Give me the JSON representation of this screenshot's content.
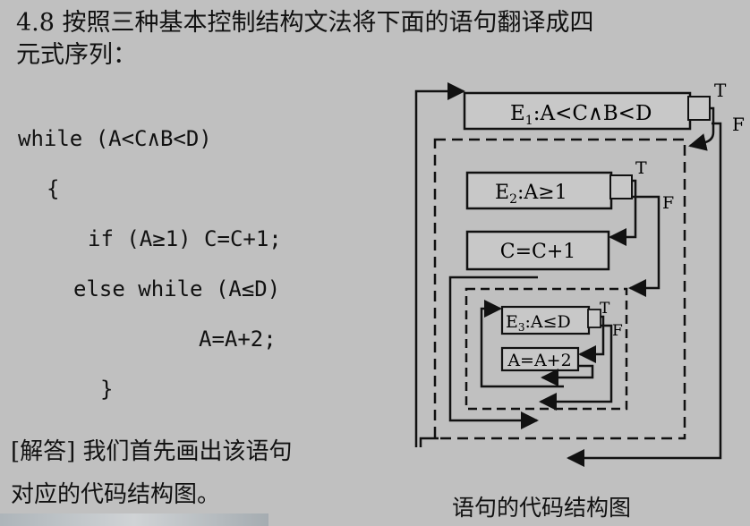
{
  "title": {
    "line1": "4.8   按照三种基本控制结构文法将下面的语句翻译成四",
    "line2": "元式序列："
  },
  "code": [
    "while (A<C∧B<D)",
    "{",
    "if (A≥1) C=C+1;",
    "else while (A≤D)",
    "A=A+2;",
    "}"
  ],
  "answer": {
    "line1": "[解答] 我们首先画出该语句",
    "line2": "对应的代码结构图。"
  },
  "diagram": {
    "e1": {
      "text_pre": "E",
      "sub": "1",
      "text_post": ":A<C∧B<D"
    },
    "e2": {
      "text_pre": "E",
      "sub": "2",
      "text_post": ":A≥1"
    },
    "c_assign": "C=C+1",
    "e3": {
      "text_pre": "E",
      "sub": "3",
      "text_post": ":A≤D"
    },
    "a_assign": "A=A+2",
    "t_label": "T",
    "f_label": "F",
    "caption": "语句的代码结构图"
  }
}
